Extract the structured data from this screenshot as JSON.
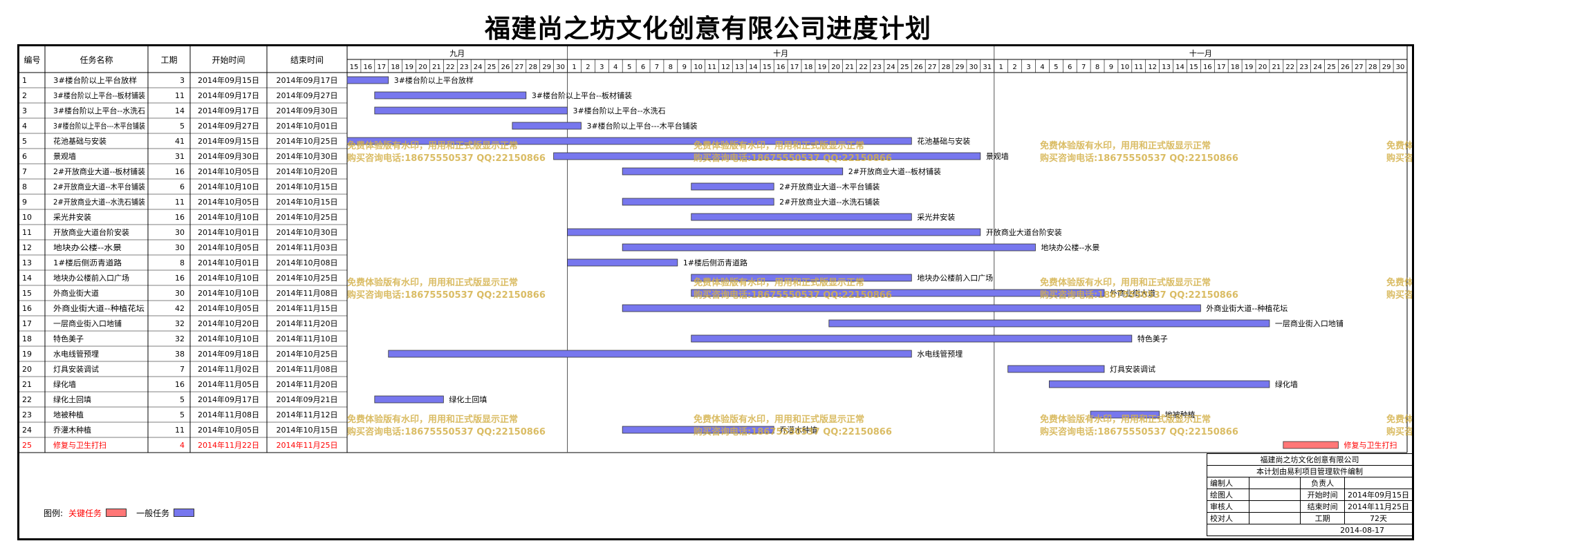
{
  "title": "福建尚之坊文化创意有限公司进度计划",
  "colors": {
    "normal_bar": "#7777ee",
    "critical_bar": "#ff7777",
    "critical_text": "#ff0000",
    "watermark": "#d4b14a"
  },
  "table": {
    "headers": [
      "编号",
      "任务名称",
      "工期",
      "开始时间",
      "结束时间"
    ]
  },
  "timeline": {
    "months": [
      {
        "label": "九月",
        "days": [
          "15",
          "16",
          "17",
          "18",
          "19",
          "20",
          "21",
          "22",
          "23",
          "24",
          "25",
          "26",
          "27",
          "28",
          "29",
          "30"
        ]
      },
      {
        "label": "十月",
        "days": [
          "1",
          "2",
          "3",
          "4",
          "5",
          "6",
          "7",
          "8",
          "9",
          "10",
          "11",
          "12",
          "13",
          "14",
          "15",
          "16",
          "17",
          "18",
          "19",
          "20",
          "21",
          "22",
          "23",
          "24",
          "25",
          "26",
          "27",
          "28",
          "29",
          "30",
          "31"
        ]
      },
      {
        "label": "十一月",
        "days": [
          "1",
          "2",
          "3",
          "4",
          "5",
          "6",
          "7",
          "8",
          "9",
          "10",
          "11",
          "12",
          "13",
          "14",
          "15",
          "16",
          "17",
          "18",
          "19",
          "20",
          "21",
          "22",
          "23",
          "24",
          "25",
          "26",
          "27",
          "28",
          "29",
          "30"
        ]
      }
    ],
    "start_date": "2014-09-15",
    "end_date": "2014-11-30"
  },
  "chart_data": {
    "type": "gantt",
    "title": "福建尚之坊文化创意有限公司进度计划",
    "x_range": [
      "2014-09-15",
      "2014-11-30"
    ],
    "tasks": [
      {
        "id": "1",
        "name": "3#楼台阶以上平台放样",
        "duration": "3",
        "start": "2014年09月15日",
        "end": "2014年09月17日",
        "start_iso": "2014-09-15",
        "end_iso": "2014-09-17",
        "critical": false
      },
      {
        "id": "2",
        "name": "3#楼台阶以上平台--板材铺装",
        "duration": "11",
        "start": "2014年09月17日",
        "end": "2014年09月27日",
        "start_iso": "2014-09-17",
        "end_iso": "2014-09-27",
        "critical": false
      },
      {
        "id": "3",
        "name": "3#楼台阶以上平台--水洗石",
        "duration": "14",
        "start": "2014年09月17日",
        "end": "2014年09月30日",
        "start_iso": "2014-09-17",
        "end_iso": "2014-09-30",
        "critical": false
      },
      {
        "id": "4",
        "name": "3#楼台阶以上平台---木平台铺装",
        "duration": "5",
        "start": "2014年09月27日",
        "end": "2014年10月01日",
        "start_iso": "2014-09-27",
        "end_iso": "2014-10-01",
        "critical": false
      },
      {
        "id": "5",
        "name": "花池基础与安装",
        "duration": "41",
        "start": "2014年09月15日",
        "end": "2014年10月25日",
        "start_iso": "2014-09-15",
        "end_iso": "2014-10-25",
        "critical": false
      },
      {
        "id": "6",
        "name": "景观墙",
        "duration": "31",
        "start": "2014年09月30日",
        "end": "2014年10月30日",
        "start_iso": "2014-09-30",
        "end_iso": "2014-10-30",
        "critical": false
      },
      {
        "id": "7",
        "name": "2#开放商业大道--板材铺装",
        "duration": "16",
        "start": "2014年10月05日",
        "end": "2014年10月20日",
        "start_iso": "2014-10-05",
        "end_iso": "2014-10-20",
        "critical": false
      },
      {
        "id": "8",
        "name": "2#开放商业大道--木平台铺装",
        "duration": "6",
        "start": "2014年10月10日",
        "end": "2014年10月15日",
        "start_iso": "2014-10-10",
        "end_iso": "2014-10-15",
        "critical": false
      },
      {
        "id": "9",
        "name": "2#开放商业大道--水洗石铺装",
        "duration": "11",
        "start": "2014年10月05日",
        "end": "2014年10月15日",
        "start_iso": "2014-10-05",
        "end_iso": "2014-10-15",
        "critical": false
      },
      {
        "id": "10",
        "name": "采光井安装",
        "duration": "16",
        "start": "2014年10月10日",
        "end": "2014年10月25日",
        "start_iso": "2014-10-10",
        "end_iso": "2014-10-25",
        "critical": false
      },
      {
        "id": "11",
        "name": "开放商业大道台阶安装",
        "duration": "30",
        "start": "2014年10月01日",
        "end": "2014年10月30日",
        "start_iso": "2014-10-01",
        "end_iso": "2014-10-30",
        "critical": false
      },
      {
        "id": "12",
        "name": "地块办公楼--水景",
        "duration": "30",
        "start": "2014年10月05日",
        "end": "2014年11月03日",
        "start_iso": "2014-10-05",
        "end_iso": "2014-11-03",
        "critical": false
      },
      {
        "id": "13",
        "name": "1#楼后侧沥青道路",
        "duration": "8",
        "start": "2014年10月01日",
        "end": "2014年10月08日",
        "start_iso": "2014-10-01",
        "end_iso": "2014-10-08",
        "critical": false
      },
      {
        "id": "14",
        "name": "地块办公楼前入口广场",
        "duration": "16",
        "start": "2014年10月10日",
        "end": "2014年10月25日",
        "start_iso": "2014-10-10",
        "end_iso": "2014-10-25",
        "critical": false
      },
      {
        "id": "15",
        "name": "外商业街大道",
        "duration": "30",
        "start": "2014年10月10日",
        "end": "2014年11月08日",
        "start_iso": "2014-10-10",
        "end_iso": "2014-11-08",
        "critical": false
      },
      {
        "id": "16",
        "name": "外商业街大道--种植花坛",
        "duration": "42",
        "start": "2014年10月05日",
        "end": "2014年11月15日",
        "start_iso": "2014-10-05",
        "end_iso": "2014-11-15",
        "critical": false
      },
      {
        "id": "17",
        "name": "一层商业街入口地铺",
        "duration": "32",
        "start": "2014年10月20日",
        "end": "2014年11月20日",
        "start_iso": "2014-10-20",
        "end_iso": "2014-11-20",
        "critical": false
      },
      {
        "id": "18",
        "name": "特色美子",
        "duration": "32",
        "start": "2014年10月10日",
        "end": "2014年11月10日",
        "start_iso": "2014-10-10",
        "end_iso": "2014-11-10",
        "critical": false
      },
      {
        "id": "19",
        "name": "水电线管预埋",
        "duration": "38",
        "start": "2014年09月18日",
        "end": "2014年10月25日",
        "start_iso": "2014-09-18",
        "end_iso": "2014-10-25",
        "critical": false
      },
      {
        "id": "20",
        "name": "灯具安装调试",
        "duration": "7",
        "start": "2014年11月02日",
        "end": "2014年11月08日",
        "start_iso": "2014-11-02",
        "end_iso": "2014-11-08",
        "critical": false
      },
      {
        "id": "21",
        "name": "绿化墙",
        "duration": "16",
        "start": "2014年11月05日",
        "end": "2014年11月20日",
        "start_iso": "2014-11-05",
        "end_iso": "2014-11-20",
        "critical": false
      },
      {
        "id": "22",
        "name": "绿化土回填",
        "duration": "5",
        "start": "2014年09月17日",
        "end": "2014年09月21日",
        "start_iso": "2014-09-17",
        "end_iso": "2014-09-21",
        "critical": false
      },
      {
        "id": "23",
        "name": "地被种植",
        "duration": "5",
        "start": "2014年11月08日",
        "end": "2014年11月12日",
        "start_iso": "2014-11-08",
        "end_iso": "2014-11-12",
        "critical": false
      },
      {
        "id": "24",
        "name": "乔灌木种植",
        "duration": "11",
        "start": "2014年10月05日",
        "end": "2014年10月15日",
        "start_iso": "2014-10-05",
        "end_iso": "2014-10-15",
        "critical": false
      },
      {
        "id": "25",
        "name": "修复与卫生打扫",
        "duration": "4",
        "start": "2014年11月22日",
        "end": "2014年11月25日",
        "start_iso": "2014-11-22",
        "end_iso": "2014-11-25",
        "critical": true
      }
    ]
  },
  "watermark": {
    "line1": "免费体验版有水印，用用和正式版显示正常",
    "line2": "购买咨询电话:18675550537 QQ:22150866"
  },
  "legend": {
    "label": "图例:",
    "critical_label": "关键任务",
    "normal_label": "一般任务"
  },
  "info": {
    "company": "福建尚之坊文化创意有限公司",
    "software_note": "本计划由易利项目管理软件编制",
    "editor_label": "编制人",
    "editor_value": "",
    "owner_label": "负责人",
    "owner_value": "",
    "drafter_label": "绘图人",
    "drafter_value": "",
    "start_label": "开始时间",
    "start_value": "2014年09月15日",
    "reviewer_label": "审核人",
    "reviewer_value": "",
    "end_label": "结束时间",
    "end_value": "2014年11月25日",
    "checker_label": "校对人",
    "checker_value": "",
    "duration_label": "工期",
    "duration_value": "72天",
    "print_date": "2014-08-17"
  }
}
